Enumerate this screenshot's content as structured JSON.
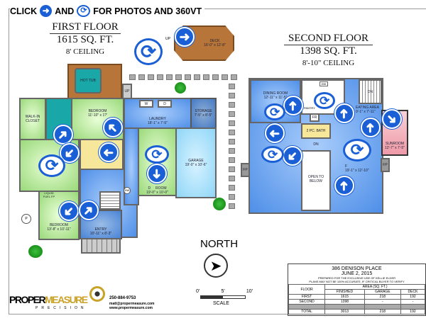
{
  "header": {
    "click": "CLICK",
    "and": "AND",
    "rest": "FOR PHOTOS AND 360VT",
    "photo_icon": "arrow-right-circle",
    "vt_icon": "rotate-360"
  },
  "first_floor": {
    "title": "FIRST FLOOR",
    "area": "1615 SQ. FT.",
    "ceiling": "8' CEILING",
    "rooms": {
      "deck": "DECK",
      "deck_dim": "16'-0\" x 12'-8\"",
      "hot_tub": "HOT TUB",
      "walkin": "WALK-IN CLOSET",
      "bedroom1": "BEDROOM",
      "bedroom1_dim": "11'-10\" x 1?'",
      "laundry": "LAUNDRY",
      "laundry_dim": "18'-1\" x 7'-5\"",
      "storage": "STORAGE",
      "storage_dim": "7'-5\" x 8'-5\"",
      "den": "D     ROOM",
      "den_dim": "19'-0\" x 10'-0\"",
      "garage": "GARAGE",
      "garage_dim": "19'-0\" x 10'-6\"",
      "fuel": "LIQUID FUEL FP",
      "bedroom2": "BEDROOM",
      "bedroom2_dim": "13'-8\" x 10'-11\"",
      "entry": "ENTRY",
      "entry_dim": "10'-11\" x 8'-3\"",
      "up": "UP",
      "w": "W",
      "d": "D",
      "hw": "HW",
      "p": "P"
    }
  },
  "second_floor": {
    "title": "SECOND FLOOR",
    "area": "1398 SQ. FT.",
    "ceiling": "8'-10\" CEILING",
    "rooms": {
      "dining": "DINING ROOM",
      "dining_dim": "12'-11\" x 11'-5\"",
      "eating": "EATING AREA",
      "eating_dim": "9'-1\" x 7'-11\"",
      "sunroom": "SUNROOM",
      "sunroom_dim": "12'-7\" x 7'-5\"",
      "bath": "2 PC. BATH",
      "pantry": "PANTRY",
      "fr": "FR",
      "dw": "DW",
      "family": "F",
      "family_dim": "19'-1\" x 12'-10\"",
      "open": "OPEN TO BELOW",
      "dn": "DN",
      "fp": "FP"
    }
  },
  "north": "NORTH",
  "scale": {
    "label": "SCALE",
    "ticks": [
      "0'",
      "5'",
      "10'"
    ]
  },
  "contact": {
    "brand1": "PROPER",
    "brand2": "MEASURE",
    "tagline": "PRECISION",
    "phone": "250-884-9753",
    "email": "matt@propermeasure.com",
    "web": "www.propermeasure.com"
  },
  "title_block": {
    "address": "386 DENISON PLACE",
    "date": "JUNE 2, 2015",
    "prepared": "PREPARED FOR THE EXCLUSIVE USE OF KELLIE ELDER",
    "disclaimer": "PLANS MAY NOT BE 100% ACCURATE, IF CRITICAL BUYER TO VERIFY",
    "floor_hdr": "FLOOR",
    "area_hdr": "AREA (SQ. FT.)",
    "cols": [
      "FINISHED",
      "GARAGE",
      "DECK"
    ],
    "rows": [
      {
        "floor": "FIRST",
        "finished": "1615",
        "garage": "218",
        "deck": "192"
      },
      {
        "floor": "SECOND",
        "finished": "1398",
        "garage": "-",
        "deck": "-"
      }
    ],
    "total": {
      "floor": "TOTAL",
      "finished": "3013",
      "garage": "218",
      "deck": "192"
    }
  },
  "colors": {
    "accent": "#1a5fd6",
    "bedroom": "#9ad97a",
    "hall": "#4f8fe8",
    "deck": "#b8753a"
  }
}
